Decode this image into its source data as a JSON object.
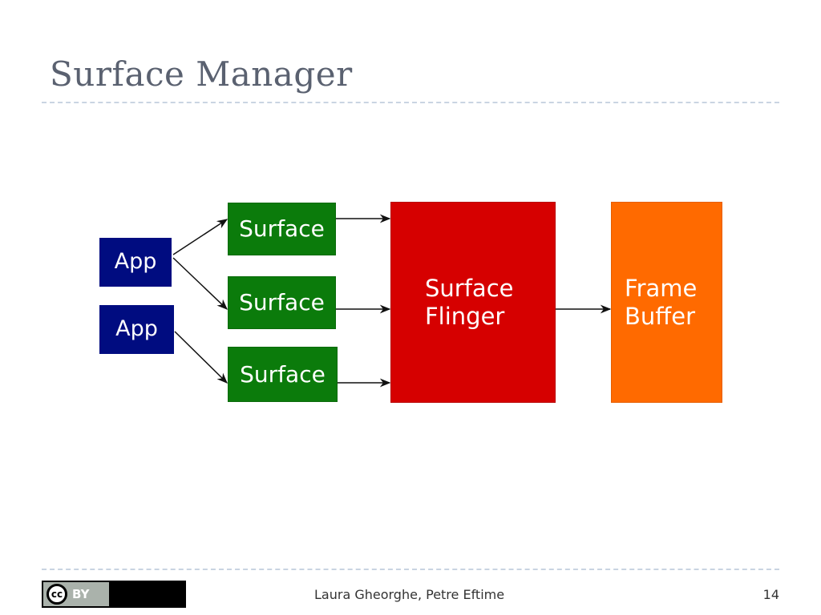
{
  "slide": {
    "title": "Surface Manager",
    "page_number": "14"
  },
  "footer": {
    "authors": "Laura Gheorghe, Petre Eftime",
    "license_badge": {
      "symbol": "cc",
      "text": "BY"
    }
  },
  "diagram": {
    "apps": [
      "App",
      "App"
    ],
    "surfaces": [
      "Surface",
      "Surface",
      "Surface"
    ],
    "flinger": {
      "line1": "Surface",
      "line2": "Flinger"
    },
    "framebuffer": {
      "line1": "Frame",
      "line2": "Buffer"
    },
    "colors": {
      "app": "#000c80",
      "surface": "#0b7b0b",
      "flinger": "#d60000",
      "framebuffer": "#ff6a00"
    }
  }
}
